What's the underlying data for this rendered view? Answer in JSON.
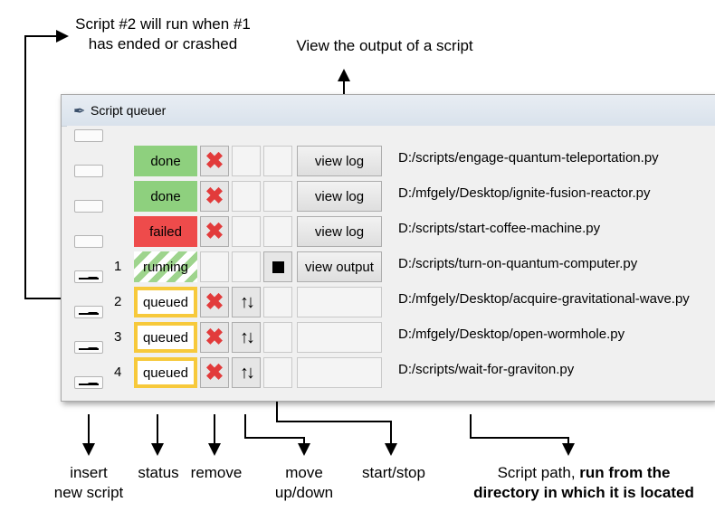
{
  "annotations": {
    "queue_note_line1": "Script #2 will run when #1",
    "queue_note_line2": "has ended or crashed",
    "view_output_note": "View the output of a script",
    "insert_line1": "insert",
    "insert_line2": "new script",
    "status": "status",
    "remove": "remove",
    "move_line1": "move",
    "move_line2": "up/down",
    "start_stop": "start/stop",
    "path_line1_a": "Script path, ",
    "path_line1_b": "run from the",
    "path_line2": "directory in which it is located"
  },
  "window": {
    "title": "Script queuer",
    "icon": "feather-icon"
  },
  "rows": [
    {
      "index": "",
      "status": "done",
      "status_kind": "done",
      "action_label": "view log",
      "path": "D:/scripts/engage-quantum-teleportation.py"
    },
    {
      "index": "",
      "status": "done",
      "status_kind": "done",
      "action_label": "view log",
      "path": "D:/mfgely/Desktop/ignite-fusion-reactor.py"
    },
    {
      "index": "",
      "status": "failed",
      "status_kind": "failed",
      "action_label": "view log",
      "path": "D:/scripts/start-coffee-machine.py"
    },
    {
      "index": "1",
      "status": "running",
      "status_kind": "running",
      "action_label": "view output",
      "path": "D:/scripts/turn-on-quantum-computer.py"
    },
    {
      "index": "2",
      "status": "queued",
      "status_kind": "queued",
      "action_label": "",
      "path": "D:/mfgely/Desktop/acquire-gravitational-wave.py"
    },
    {
      "index": "3",
      "status": "queued",
      "status_kind": "queued",
      "action_label": "",
      "path": "D:/mfgely/Desktop/open-wormhole.py"
    },
    {
      "index": "4",
      "status": "queued",
      "status_kind": "queued",
      "action_label": "",
      "path": "D:/scripts/wait-for-graviton.py"
    }
  ],
  "icons": {
    "remove": "close-icon",
    "move": "up-down-arrows-icon",
    "stop": "stop-icon",
    "insert": "insert-icon"
  },
  "colors": {
    "done": "#8ed07e",
    "failed": "#ee4b4b",
    "running_stripe": "#9ed48d",
    "queued_border": "#f7c93b",
    "remove_icon": "#e23b3b"
  }
}
